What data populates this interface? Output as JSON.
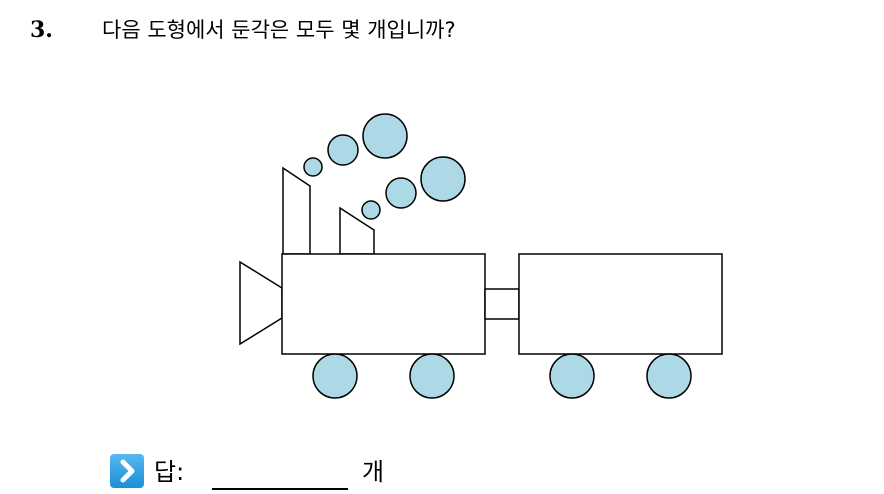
{
  "question": {
    "number": "3.",
    "text": "다음 도형에서 둔각은 모두 몇 개입니까?"
  },
  "figure": {
    "stroke_color": "#000000",
    "circle_fill": "#add8e6"
  },
  "answer": {
    "icon": "chevron-right-icon",
    "label": "답:",
    "unit": "개"
  }
}
